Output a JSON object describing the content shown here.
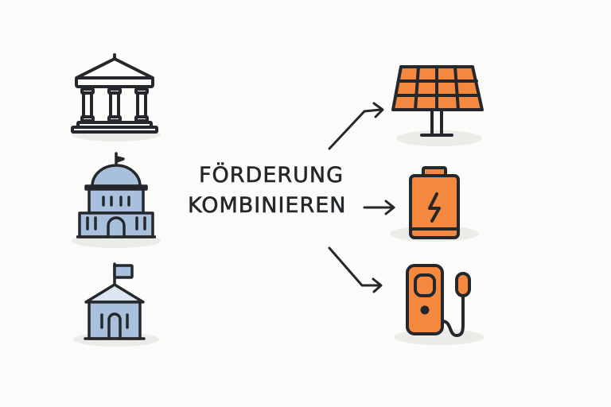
{
  "title": {
    "line1": "FÖRDERUNG",
    "line2": "KOMBINIEREN"
  },
  "sources": [
    {
      "name": "federal-government",
      "icon": "classical-building-icon"
    },
    {
      "name": "state-government",
      "icon": "capitol-dome-icon"
    },
    {
      "name": "municipality",
      "icon": "town-hall-flag-icon"
    }
  ],
  "targets": [
    {
      "name": "solar-panel",
      "icon": "solar-panel-icon"
    },
    {
      "name": "battery-storage",
      "icon": "battery-bolt-icon"
    },
    {
      "name": "ev-charger",
      "icon": "ev-charging-station-icon"
    }
  ],
  "colors": {
    "background": "#fbfbf9",
    "stroke": "#24282c",
    "accent_orange": "#f4883e",
    "government_blue": "#a9c0dc",
    "shadow": "#ebebe8"
  }
}
